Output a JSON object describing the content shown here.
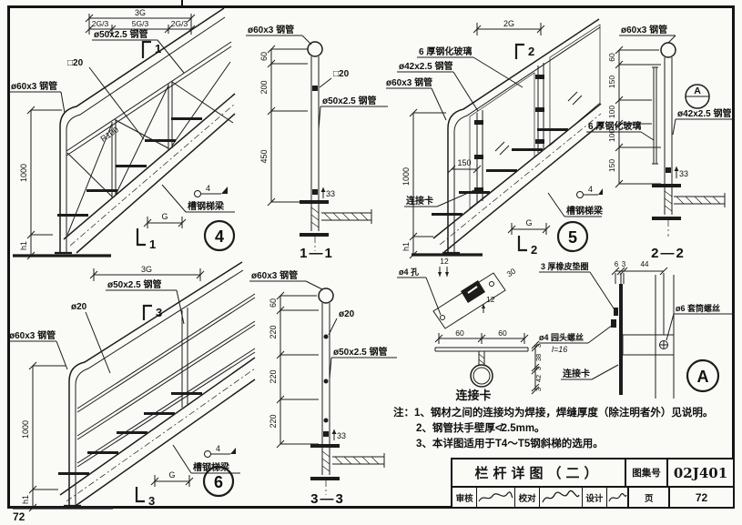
{
  "page": {
    "corner_page_number": "72"
  },
  "d4": {
    "bubble": "4",
    "dim_3g": "3G",
    "dim_seg1": "2G/3",
    "dim_seg2": "5G/3",
    "dim_seg3": "2G/3",
    "lbl_pipe50": "ø50x2.5 钢管",
    "lbl_sq20": "□20",
    "lbl_pipe60": "ø60x3 钢管",
    "lbl_r100": "R100",
    "dim_1000": "1000",
    "dim_h1": "h1",
    "dim_g": "G",
    "cut_top": "1",
    "cut_bottom": "1",
    "weld": "4",
    "lbl_beam": "槽钢梯梁"
  },
  "s11": {
    "title": "1—1",
    "lbl_pipe60": "ø60x3 钢管",
    "dim_60": "60",
    "dim_200": "200",
    "dim_450": "450",
    "lbl_sq20": "□20",
    "lbl_pipe50": "ø50x2.5 钢管",
    "dim_33": "33"
  },
  "d5": {
    "bubble": "5",
    "dim_2g": "2G",
    "cut_top": "2",
    "cut_bottom": "2",
    "lbl_glass": "6 厚钢化玻璃",
    "lbl_pipe42": "ø42x2.5 钢管",
    "lbl_pipe60": "ø60x3 钢管",
    "dim_150": "150",
    "dim_1000": "1000",
    "lbl_clip": "连接卡",
    "dim_h1": "h1",
    "dim_g": "G",
    "weld": "4",
    "lbl_beam": "槽钢梯梁"
  },
  "s22": {
    "title": "2—2",
    "lbl_pipe60": "ø60x3 钢管",
    "dim_60": "60",
    "dim_150a": "150",
    "dim_100a": "100",
    "dim_100b": "100",
    "dim_150b": "150",
    "bubble": "A",
    "lbl_pipe42": "ø42x2.5 钢管",
    "lbl_glass": "6 厚钢化玻璃",
    "dim_33": "33"
  },
  "d6": {
    "bubble": "6",
    "dim_3g": "3G",
    "lbl_pipe50": "ø50x2.5 钢管",
    "lbl_d20": "ø20",
    "lbl_pipe60": "ø60x3 钢管",
    "dim_1000": "1000",
    "dim_h1": "h1",
    "dim_g": "G",
    "cut_top": "3",
    "cut_bottom": "3",
    "weld": "4",
    "lbl_beam": "槽钢梯梁"
  },
  "s33": {
    "title": "3—3",
    "lbl_pipe60": "ø60x3 钢管",
    "dim_60": "60",
    "dim_220a": "220",
    "dim_220b": "220",
    "dim_220c": "220",
    "lbl_d20": "ø20",
    "lbl_pipe50": "ø50x2.5 钢管",
    "dim_33": "33"
  },
  "clip": {
    "title": "连接卡",
    "lbl_hole": "ø4 孔",
    "dim_12a": "12",
    "dim_12b": "12",
    "dim_30": "30",
    "dim_60a": "60",
    "dim_60b": "60",
    "dim_3a": "3",
    "dim_38": "38",
    "dim_3b": "3",
    "dim_42": "42",
    "dim_3c": "3"
  },
  "detail_a": {
    "bubble": "A",
    "lbl_rubber": "3 厚橡皮垫圈",
    "dim_6": "6",
    "dim_3": "3",
    "dim_44": "44",
    "lbl_sleeve": "ø6 套筒螺丝",
    "lbl_screw": "ø4 园头螺丝",
    "lbl_screw_len": "l=16",
    "lbl_clip": "连接卡"
  },
  "notes": {
    "prefix": "注：",
    "line1": "1、钢材之间的连接均为焊接，焊缝厚度（除注明者外）见说明。",
    "line2": "2、钢管扶手壁厚≮2.5mm。",
    "line3": "3、本详图适用于T4～T5钢斜梯的选用。"
  },
  "title_block": {
    "title": "栏杆详图（二）",
    "atlas_label": "图集号",
    "atlas_no": "02J401",
    "review_label": "审核",
    "proof_label": "校对",
    "design_label": "设计",
    "page_label": "页",
    "page_no": "72"
  }
}
